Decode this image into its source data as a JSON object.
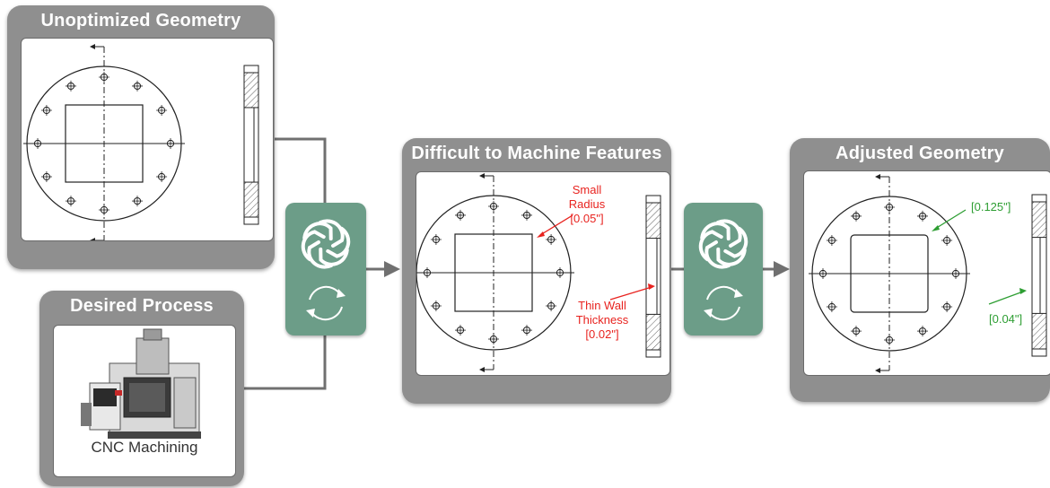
{
  "panels": {
    "unoptimized": {
      "title": "Unoptimized Geometry"
    },
    "desired": {
      "title": "Desired Process",
      "process_label": "CNC Machining"
    },
    "difficult": {
      "title": "Difficult to Machine Features",
      "callout_radius": [
        "Small",
        "Radius",
        "[0.05\"]"
      ],
      "callout_wall": [
        "Thin Wall",
        "Thickness",
        "[0.02\"]"
      ]
    },
    "adjusted": {
      "title": "Adjusted Geometry",
      "callout_radius": "[0.125\"]",
      "callout_wall": "[0.04\"]"
    }
  },
  "colors": {
    "panel_gray": "#8f8f8f",
    "ai_green": "#6c9d88",
    "callout_red": "#e8231f",
    "callout_green": "#2e9e33",
    "connector": "#707070"
  },
  "icons": {
    "ai_logo": "openai-logo-icon",
    "cycle": "refresh-cycle-icon",
    "machine": "cnc-machine-icon"
  }
}
